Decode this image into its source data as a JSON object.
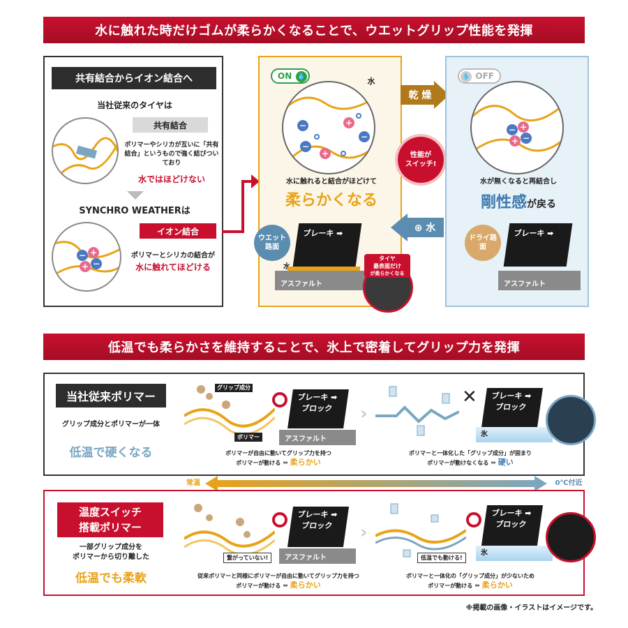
{
  "banner1": "水に触れた時だけゴムが柔らかくなることで、ウエットグリップ性能を発揮",
  "banner2": "低温でも柔らかさを維持することで、氷上で密着してグリップ力を発揮",
  "left_panel": {
    "title": "共有結合からイオン結合へ",
    "conventional_heading": "当社従来のタイヤは",
    "covalent_tag": "共有結合",
    "conventional_desc": "ポリマーやシリカが互いに「共有結合」というもので強く結びついており",
    "conventional_emph": "水ではほどけない",
    "synchro_heading": "SYNCHRO WEATHERは",
    "ionic_tag": "イオン結合",
    "synchro_desc": "ポリマーとシリカの結合が",
    "synchro_emph": "水に触れてほどける"
  },
  "on_panel": {
    "badge": "ON",
    "water_label": "水",
    "desc": "水に触れると結合がほどけて",
    "headline": "柔らかくなる",
    "wet_label": "ウエット路面",
    "brake": "ブレーキ",
    "water": "水",
    "asphalt": "アスファルト",
    "callout_line1": "タイヤ",
    "callout_line2": "最表面だけ",
    "callout_line3": "が柔らかくなる"
  },
  "center": {
    "dry_arrow": "乾 燥",
    "switch_line1": "性能が",
    "switch_line2": "スイッチ!",
    "water_arrow": "⊕ 水"
  },
  "off_panel": {
    "badge": "OFF",
    "desc": "水が無くなると再結合し",
    "headline_a": "剛性感",
    "headline_b": "が戻る",
    "dry_label": "ドライ路面",
    "brake": "ブレーキ",
    "asphalt": "アスファルト"
  },
  "conv_polymer": {
    "label": "当社従来ポリマー",
    "desc": "グリップ成分とポリマーが一体",
    "emph": "低温で硬くなる",
    "grip_label": "グリップ成分",
    "polymer_label": "ポリマー",
    "brake": "ブレーキ",
    "block": "ブロック",
    "asphalt": "アスファルト",
    "caption1_a": "ポリマーが自由に動いてグリップ力を持つ",
    "caption1_b": "ポリマーが動ける ＝ ",
    "caption1_c": "柔らかい",
    "brake2": "ブレーキ",
    "block2": "ブロック",
    "ice": "氷",
    "caption2_a": "ポリマーと一体化した「グリップ成分」が固まり",
    "caption2_b": "ポリマーが動けなくなる ＝ ",
    "caption2_c": "硬い",
    "cross": "✕"
  },
  "temp_axis": {
    "left": "常温",
    "right": "0℃付近"
  },
  "switch_polymer": {
    "label_line1": "温度スイッチ",
    "label_line2": "搭載ポリマー",
    "desc_line1": "一部グリップ成分を",
    "desc_line2": "ポリマーから切り離した",
    "emph": "低温でも柔軟",
    "not_connected": "繋がっていない!",
    "brake": "ブレーキ",
    "block": "ブロック",
    "asphalt": "アスファルト",
    "caption1_a": "従来ポリマーと同様にポリマーが自由に動いてグリップ力を持つ",
    "caption1_b": "ポリマーが動ける ＝ ",
    "caption1_c": "柔らかい",
    "movable": "低温でも動ける!",
    "brake2": "ブレーキ",
    "block2": "ブロック",
    "ice": "氷",
    "caption2_a": "ポリマーと一体化の「グリップ成分」が少ないため",
    "caption2_b": "ポリマーが動ける ＝ ",
    "caption2_c": "柔らかい"
  },
  "footnote": "※掲載の画像・イラストはイメージです。",
  "colors": {
    "red": "#c8102e",
    "orange": "#e8a317",
    "blue": "#5b8db0",
    "dark": "#2d2d2d"
  }
}
